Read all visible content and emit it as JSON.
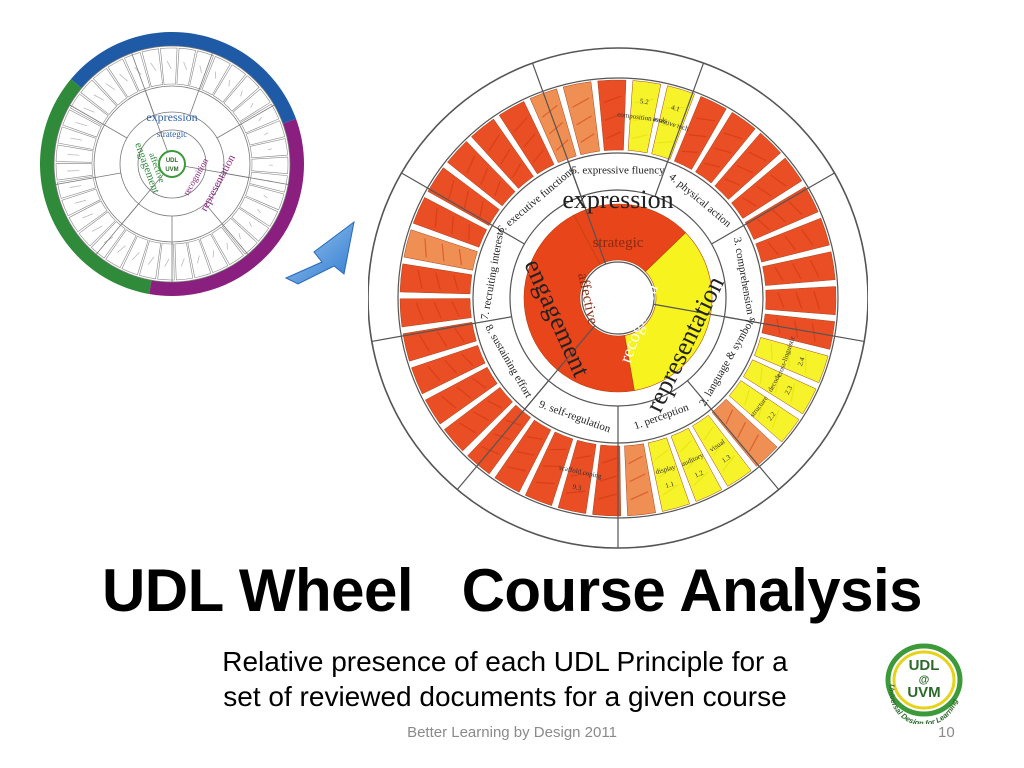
{
  "slide": {
    "title_part1": "UDL Wheel",
    "title_part2": "Course Analysis",
    "subtitle_line1": "Relative presence of each UDL Principle for a",
    "subtitle_line2": "set of reviewed documents for a given course",
    "footer": "Better Learning by Design 2011",
    "page_number": "10"
  },
  "logo": {
    "text_top": "UDL",
    "text_at": "@",
    "text_bottom": "UVM",
    "ring_text": "Universal Design for Learning",
    "colors": {
      "green": "#3d9a3a",
      "yellow": "#e7d21a",
      "text": "#2d6a2a"
    }
  },
  "wheel": {
    "networks": [
      {
        "label": "strategic",
        "color": "#2e63a8"
      },
      {
        "label": "recognition",
        "color": "#8a1f7f"
      },
      {
        "label": "affective",
        "color": "#2f8a3a"
      }
    ],
    "principles": [
      {
        "label": "expression",
        "color": "#2e63a8"
      },
      {
        "label": "representation",
        "color": "#8a1f7f"
      },
      {
        "label": "engagement",
        "color": "#2f8a3a"
      }
    ],
    "guidelines": [
      "5. expressive fluency",
      "4. physical action",
      "3. comprehension",
      "2. language & symbols",
      "1. perception",
      "9. self-regulation",
      "8. sustaining effort",
      "7. recruiting interest",
      "6. executive functions"
    ],
    "checkpoint_labels": [
      {
        "id": "5.2",
        "text": "composition tools"
      },
      {
        "id": "4.1",
        "text": "assistive tech"
      },
      {
        "id": "2.4",
        "text": "cross-linguistic"
      },
      {
        "id": "2.3",
        "text": "decode"
      },
      {
        "id": "2.2",
        "text": "structure"
      },
      {
        "id": "1.3",
        "text": "visual"
      },
      {
        "id": "1.2",
        "text": "auditory"
      },
      {
        "id": "1.1",
        "text": "display"
      },
      {
        "id": "9.3",
        "text": "scaffold coping"
      }
    ],
    "center_logo": {
      "top": "UDL",
      "bottom": "UVM"
    },
    "colors": {
      "high": "#e8451a",
      "medium": "#ef8a4a",
      "low": "#f6f31f",
      "line": "#555555",
      "outer_blue": "#1f5aa6",
      "outer_purple": "#8a1f7f",
      "outer_green": "#2f8a3a"
    }
  },
  "segments": {
    "outer_ring": [
      "low",
      "low",
      "high",
      "high",
      "high",
      "high",
      "high",
      "high",
      "high",
      "high",
      "high",
      "low",
      "low",
      "low",
      "medium",
      "low",
      "low",
      "low",
      "medium",
      "high",
      "high",
      "high",
      "high",
      "high",
      "high",
      "high",
      "high",
      "high",
      "high",
      "high",
      "medium",
      "high",
      "high",
      "high",
      "high",
      "high",
      "medium",
      "medium",
      "high"
    ],
    "networks_fill": [
      "high",
      "low",
      "high"
    ]
  }
}
